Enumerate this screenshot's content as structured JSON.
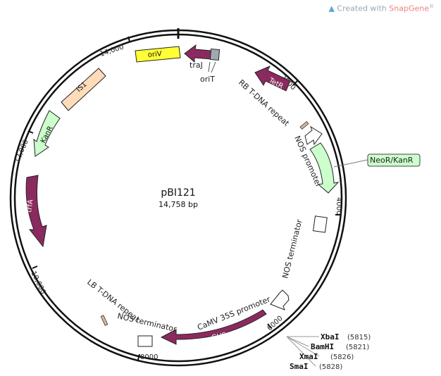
{
  "watermark": {
    "prefix": "Created with",
    "brand": "SnapGene",
    "reg": "®"
  },
  "plasmid": {
    "name": "pBI121",
    "size": "14,758 bp"
  },
  "ticks": [
    "2000",
    "4000",
    "6000",
    "8000",
    "10,000",
    "12,000",
    "14,000"
  ],
  "features": {
    "oriV": "oriV",
    "traJ": "traJ",
    "oriT": "oriT",
    "tetR": "TetR",
    "rb": "RB T-DNA repeat",
    "nosPromoter": "NOS promoter",
    "neoKan": "NeoR/KanR",
    "nosTerminator1": "NOS terminator",
    "camv": "CaMV 35S promoter",
    "gus": "GUS",
    "nosTerminator2": "NOS terminator",
    "lb": "LB T-DNA repeat",
    "trfA": "trfA",
    "kanR": "KanR",
    "is1": "IS1"
  },
  "sites": [
    {
      "name": "XbaI",
      "pos": "(5815)"
    },
    {
      "name": "BamHI",
      "pos": "(5821)"
    },
    {
      "name": "XmaI",
      "pos": "(5826)"
    },
    {
      "name": "SmaI",
      "pos": "(5828)"
    }
  ],
  "colors": {
    "purple": "#8b2a5e",
    "yellow": "#ffff33",
    "green": "#ccffcc",
    "peach": "#ffdcb9",
    "grey": "#a0a8b0",
    "tan": "#d8b8a0"
  }
}
